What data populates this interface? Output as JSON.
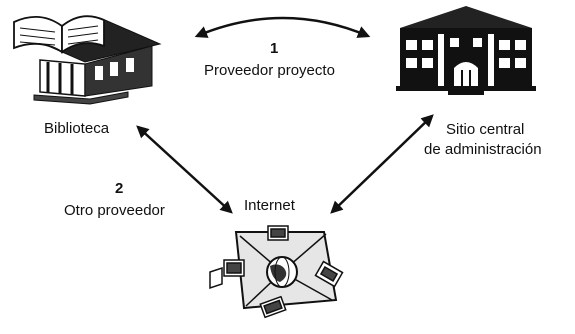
{
  "nodes": {
    "library": {
      "label": "Biblioteca",
      "icon": "library-building-icon"
    },
    "admin": {
      "label_line1": "Sitio central",
      "label_line2": "de administración",
      "icon": "admin-building-icon"
    },
    "internet": {
      "label": "Internet",
      "icon": "internet-globe-network-icon"
    }
  },
  "links": {
    "project_provider": {
      "number": "1",
      "label": "Proveedor proyecto"
    },
    "other_provider": {
      "number": "2",
      "label": "Otro proveedor"
    }
  },
  "colors": {
    "ink": "#111111",
    "background": "#ffffff"
  }
}
